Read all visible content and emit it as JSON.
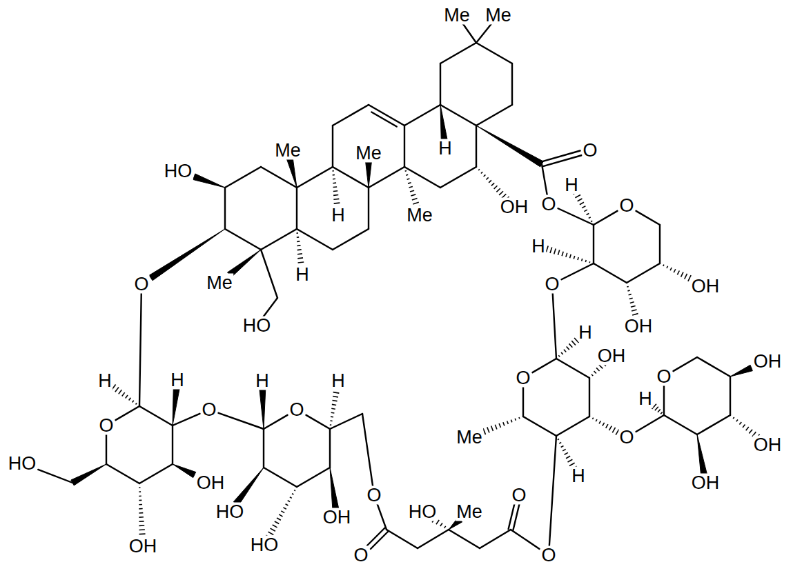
{
  "diagram": {
    "labels": [
      "Me",
      "Me",
      "O",
      "HO",
      "Me",
      "Me",
      "H",
      "H",
      "O",
      "OH",
      "O",
      "Me",
      "H",
      "H",
      "H",
      "Me",
      "O",
      "O",
      "OH",
      "HO",
      "OH",
      "H",
      "OH",
      "OH",
      "O",
      "O",
      "H",
      "H",
      "H",
      "H",
      "H",
      "O",
      "O",
      "O",
      "Me",
      "O",
      "OH",
      "HO",
      "H",
      "OH",
      "OH",
      "O",
      "O",
      "HO",
      "Me",
      "HO",
      "OH",
      "OH",
      "HO",
      "O",
      "O"
    ]
  }
}
